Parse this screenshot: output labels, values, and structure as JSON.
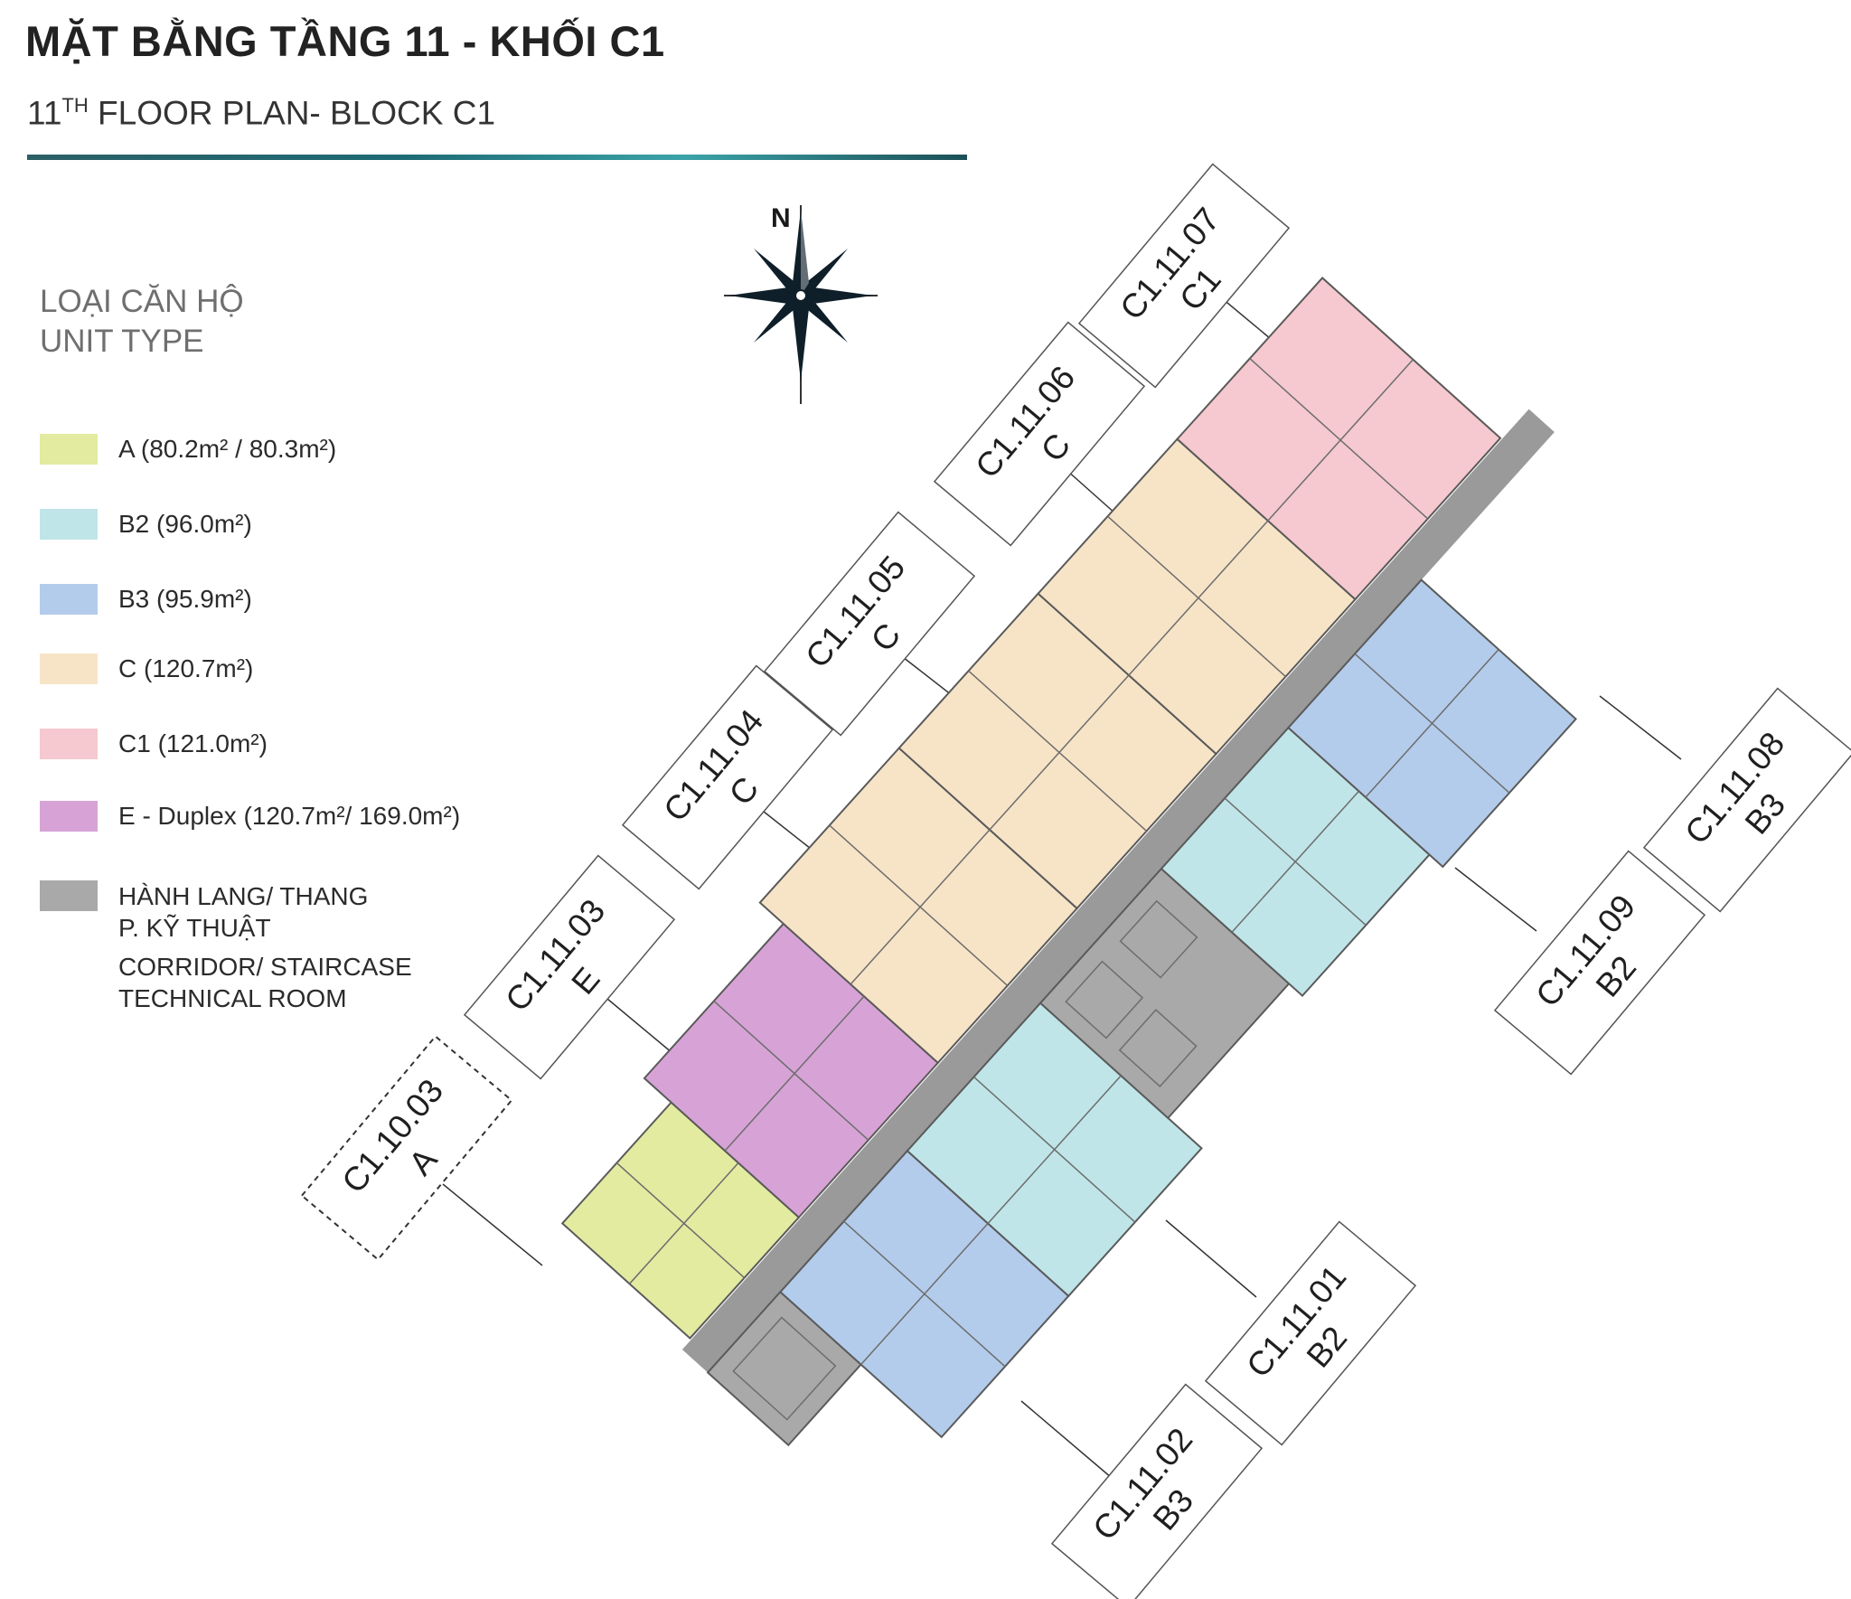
{
  "title": "MẶT BẰNG TẦNG 11 - KHỐI C1",
  "subtitle": {
    "main": "11",
    "sup": "TH",
    "rest": " FLOOR PLAN- BLOCK C1"
  },
  "compass": {
    "label": "N"
  },
  "legend": {
    "title_vi": "LOẠI CĂN HỘ",
    "title_en": "UNIT TYPE",
    "items": [
      {
        "name": "A",
        "text": "A (80.2m² / 80.3m²)",
        "color": "#e2eba0"
      },
      {
        "name": "B2",
        "text": "B2 (96.0m²)",
        "color": "#bfe5e8"
      },
      {
        "name": "B3",
        "text": "B3 (95.9m²)",
        "color": "#b3cceb"
      },
      {
        "name": "C",
        "text": "C (120.7m²)",
        "color": "#f7e4c7"
      },
      {
        "name": "C1",
        "text": "C1 (121.0m²)",
        "color": "#f5c9cf"
      },
      {
        "name": "E",
        "text": "E - Duplex (120.7m²/ 169.0m²)",
        "color": "#d7a3d6"
      },
      {
        "name": "corridor",
        "text_lines": [
          "HÀNH LANG/ THANG",
          "P. KỸ THUẬT",
          "CORRIDOR/ STAIRCASE",
          "TECHNICAL ROOM"
        ],
        "color": "#a9a9a9"
      }
    ]
  },
  "units": [
    {
      "code": "C1.11.07",
      "type": "C1"
    },
    {
      "code": "C1.11.06",
      "type": "C"
    },
    {
      "code": "C1.11.05",
      "type": "C"
    },
    {
      "code": "C1.11.04",
      "type": "C"
    },
    {
      "code": "C1.11.03",
      "type": "E"
    },
    {
      "code": "C1.10.03",
      "type": "A",
      "dashed": true
    },
    {
      "code": "C1.11.08",
      "type": "B3"
    },
    {
      "code": "C1.11.09",
      "type": "B2"
    },
    {
      "code": "C1.11.01",
      "type": "B2"
    },
    {
      "code": "C1.11.02",
      "type": "B3"
    }
  ]
}
